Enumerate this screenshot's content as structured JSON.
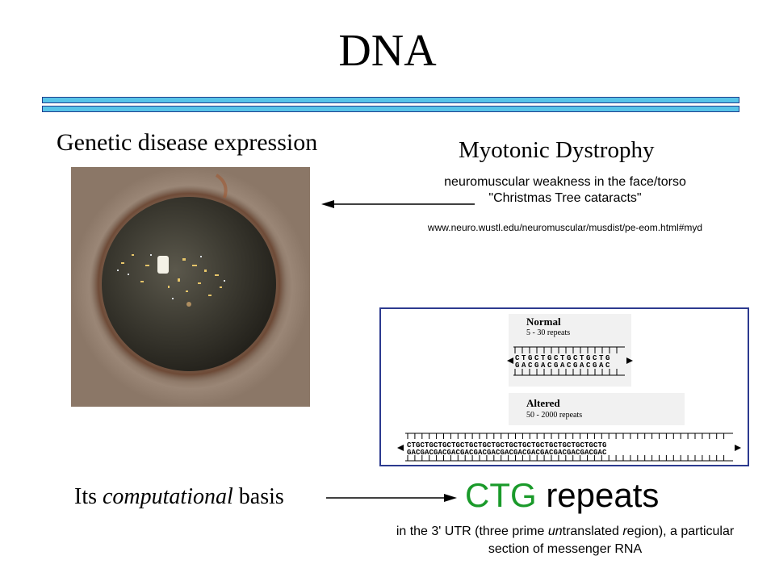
{
  "slide": {
    "title": "DNA",
    "left_heading": "Genetic disease expression",
    "right_heading": "Myotonic Dystrophy",
    "description_line1": "neuromuscular weakness in the face/torso",
    "description_line2": "\"Christmas Tree cataracts\"",
    "source_url": "www.neuro.wustl.edu/neuromuscular/musdist/pe-eom.html#myd",
    "bottom_label_prefix": "Its ",
    "bottom_label_italic": "computational",
    "bottom_label_suffix": " basis",
    "ctg_word": "CTG",
    "repeats_word": " repeats",
    "footnote_part1": "in the 3' UTR (three prime ",
    "footnote_un": "un",
    "footnote_part2": "translated ",
    "footnote_r": "r",
    "footnote_part3": "egion), a particular section of messenger RNA"
  },
  "diagram": {
    "normal_label": "Normal",
    "normal_range": "5 - 30 repeats",
    "normal_top_strand": "CTGCTGCTGCTGCTG",
    "normal_bottom_strand": "GACGACGACGACGAC",
    "altered_label": "Altered",
    "altered_range": "50 - 2000 repeats",
    "altered_top_strand": "CTGCTGCTGCTGCTGCTGCTGCTGCTGCTGCTGCTGCTGCTGCTG",
    "altered_bottom_strand": "GACGACGACGACGACGACGACGACGACGACGACGACGACGACGAC"
  },
  "colors": {
    "ctg_green": "#1a9a2a",
    "rule_fill": "#58c4e8",
    "frame_border": "#2c3a8f"
  }
}
